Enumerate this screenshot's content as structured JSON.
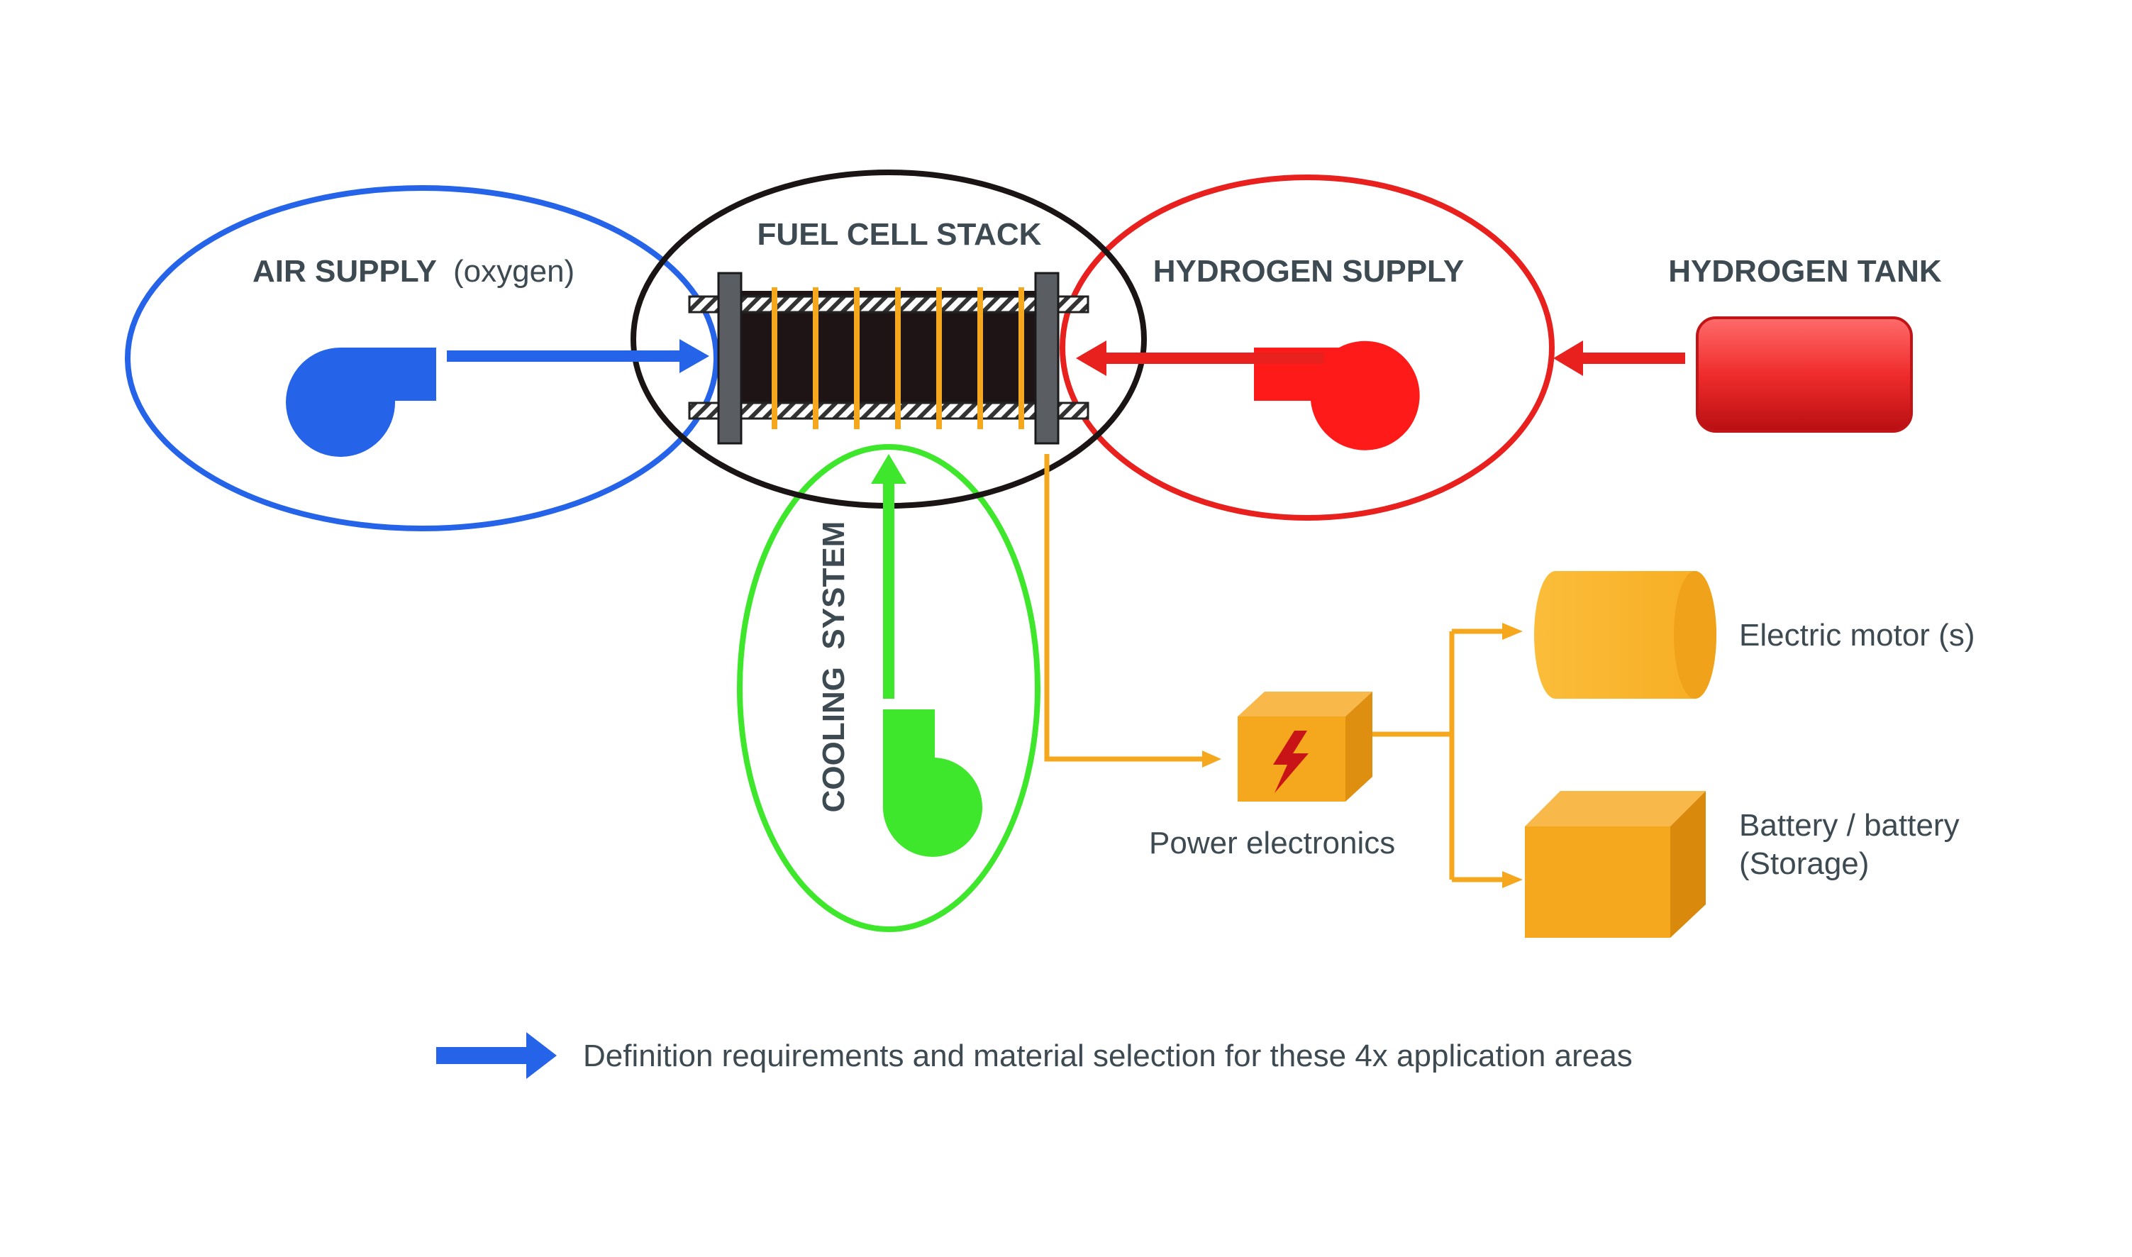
{
  "labels": {
    "air_supply_bold": "AIR SUPPLY",
    "air_supply_rest": "(oxygen)",
    "fuel_cell_stack": "FUEL CELL STACK",
    "hydrogen_supply": "HYDROGEN SUPPLY",
    "hydrogen_tank": "HYDROGEN TANK",
    "cooling_system": "COOLING  SYSTEM",
    "electric_motor": "Electric motor (s)",
    "power_electronics": "Power electronics",
    "battery_line1": "Battery / battery",
    "battery_line2": "(Storage)"
  },
  "legend": {
    "text": "Definition requirements and material selection for these 4x application areas"
  },
  "colors": {
    "air": "#2563e8",
    "hydrogen": "#e8201e",
    "cooling": "#3ee62c",
    "stack_outline": "#1a1414",
    "power": "#f5a81e",
    "text": "#3d4a52"
  },
  "icons": {
    "air_blower": "blower-icon",
    "hydrogen_blower": "blower-icon",
    "cooling_pump": "pump-icon",
    "power_electronics": "lightning-box-icon",
    "motor": "cylinder-icon",
    "battery": "box-icon",
    "tank": "tank-icon"
  }
}
